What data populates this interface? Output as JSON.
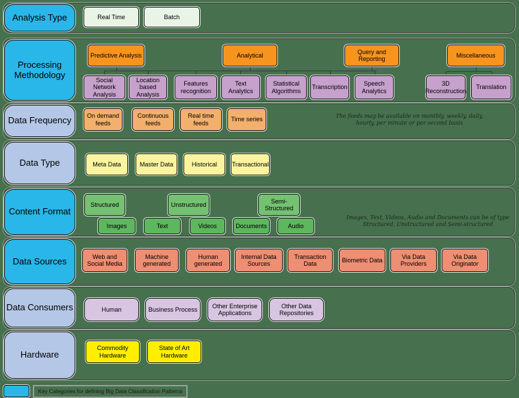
{
  "colors": {
    "background": "#47714e",
    "header_primary_cyan": "#29b6e8",
    "header_secondary_periwinkle": "#b5c7e7",
    "analysis_item": "#e9f3e6",
    "processing_parent_orange": "#f7941e",
    "processing_child_plum": "#c6a1cc",
    "frequency_item_peach": "#f3b06c",
    "datatype_item_yellow": "#fbf49e",
    "content_top_green": "#74c172",
    "content_bottom_green": "#5eb65e",
    "sources_item_salmon": "#ee8e72",
    "consumers_item_lavender": "#d8c5e2",
    "hardware_item_yellow": "#ffee00"
  },
  "rows": {
    "analysis_type": {
      "header": "Analysis Type",
      "items": [
        "Real Time",
        "Batch"
      ]
    },
    "processing_methodology": {
      "header": "Processing Methodology",
      "parents": [
        "Predictive Analysis",
        "Analytical",
        "Query and Reporting",
        "Miscellaneous"
      ],
      "children": [
        "Social Network Analysis",
        "Location based Analysis",
        "Features recognition",
        "Text Analytics",
        "Statistical Algorithms",
        "Transcription",
        "Speech Analytics",
        "3D Reconstruction",
        "Translation"
      ]
    },
    "data_frequency": {
      "header": "Data Frequency",
      "items": [
        "On demand feeds",
        "Continuous feeds",
        "Real time feeds",
        "Time series"
      ],
      "note": "The feeds may be available on monthly, weekly, daily, hourly, per minute or per second basis"
    },
    "data_type": {
      "header": "Data Type",
      "items": [
        "Meta Data",
        "Master Data",
        "Historical",
        "Transactional"
      ]
    },
    "content_format": {
      "header": "Content Format",
      "items_top": [
        "Structured",
        "Unstructured",
        "Semi-Structured"
      ],
      "items_bottom": [
        "Images",
        "Text",
        "Videos",
        "Documents",
        "Audio"
      ],
      "note": "Images, Text, Videos, Audio and Documents can be of type Structured, Unstructured and Semi-structured"
    },
    "data_sources": {
      "header": "Data Sources",
      "items": [
        "Web and Social Media",
        "Machine generated",
        "Human generated",
        "Internal Data Sources",
        "Transaction Data",
        "Biometric Data",
        "Via Data Providers",
        "Via Data Originator"
      ]
    },
    "data_consumers": {
      "header": "Data Consumers",
      "items": [
        "Human",
        "Business Process",
        "Other Enterprise Applications",
        "Other Data Repositories"
      ]
    },
    "hardware": {
      "header": "Hardware",
      "items": [
        "Commodity Hardware",
        "State of Art Hardware"
      ]
    }
  },
  "legend": {
    "label": "Key Categories for defining Big Data Classification Patterns"
  }
}
